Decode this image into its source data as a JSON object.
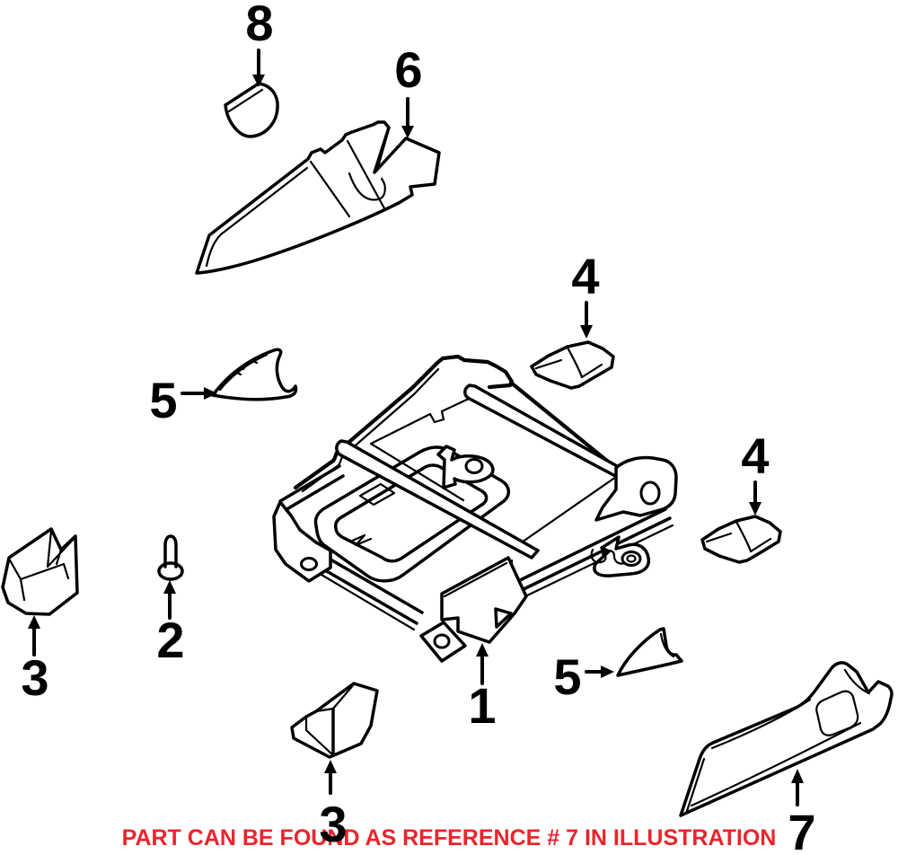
{
  "diagram": {
    "background_color": "#ffffff",
    "ink_color": "#000000",
    "callouts": [
      {
        "ref": "8"
      },
      {
        "ref": "6"
      },
      {
        "ref": "5"
      },
      {
        "ref": "4"
      },
      {
        "ref": "4"
      },
      {
        "ref": "3"
      },
      {
        "ref": "2"
      },
      {
        "ref": "1"
      },
      {
        "ref": "5"
      },
      {
        "ref": "3"
      },
      {
        "ref": "7"
      }
    ],
    "caption": {
      "text": "PART CAN BE FOUND AS REFERENCE # 7 IN ILLUSTRATION",
      "color": "#e8252d"
    }
  }
}
